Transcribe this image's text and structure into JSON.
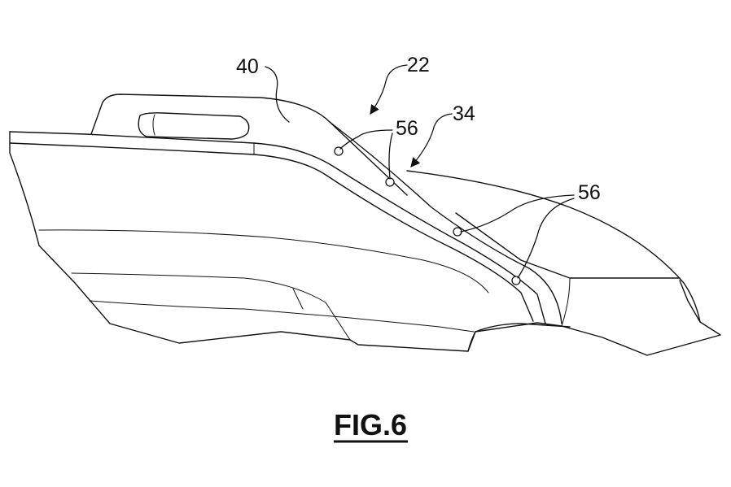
{
  "figure": {
    "caption": "FIG.6"
  },
  "reference_numerals": {
    "housing": "40",
    "assembly": "22",
    "trim": "34",
    "fasteners_upper": "56",
    "fasteners_lower": "56"
  }
}
